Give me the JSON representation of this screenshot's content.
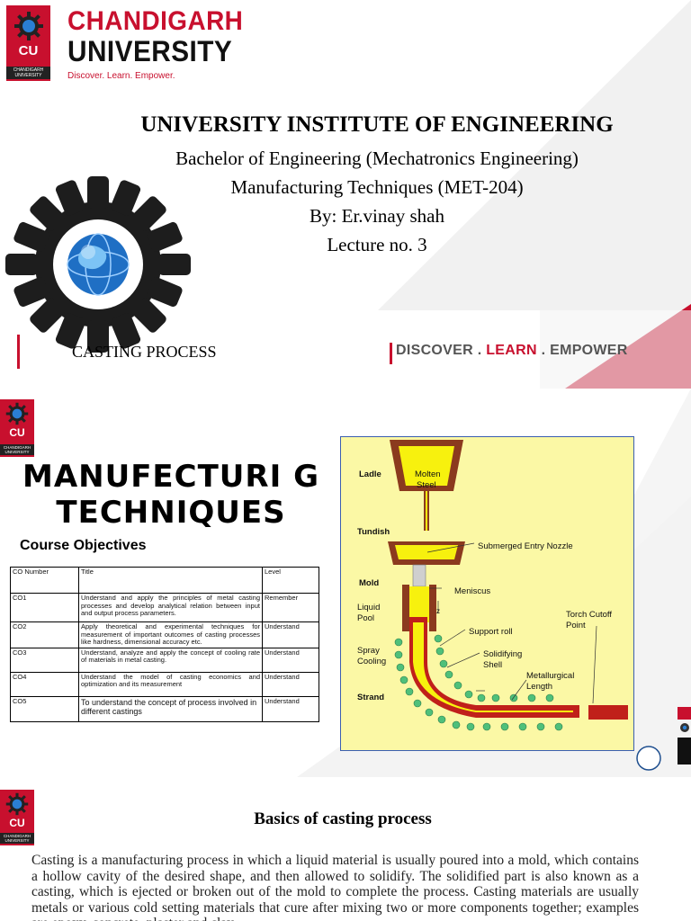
{
  "brand": {
    "name_line1": "CHANDIGARH",
    "name_line2": "UNIVERSITY",
    "tagline": "Discover. Learn. Empower.",
    "badge_text": "CU",
    "badge_sub_line1": "CHANDIGARH",
    "badge_sub_line2": "UNIVERSITY",
    "colors": {
      "red": "#c8102e",
      "dark": "#111111"
    }
  },
  "slide1": {
    "institute": "UNIVERSITY INSTITUTE OF ENGINEERING",
    "program": "Bachelor of Engineering (Mechatronics Engineering)",
    "course": "Manufacturing Techniques (MET-204)",
    "author": "By: Er.vinay shah",
    "lecture": "Lecture no. 3",
    "topic": "CASTING PROCESS",
    "motto": {
      "discover": "DISCOVER",
      "sep1": " . ",
      "learn": "LEARN",
      "sep2": " . ",
      "empower": "EMPOWER"
    },
    "gear_icon": "gear-globe-icon"
  },
  "slide2": {
    "title": "MANUFECTURI G TECHNIQUES",
    "objectives_heading": "Course Objectives",
    "table": {
      "headers": [
        "CO Number",
        "Title",
        "Level"
      ],
      "rows": [
        [
          "CO1",
          "Understand and apply the principles of metal casting processes and develop analytical relation between input and output process parameters.",
          "Remember"
        ],
        [
          "CO2",
          "Apply theoretical and experimental techniques for measurement of important outcomes of casting processes like hardness, dimensional accuracy etc.",
          "Understand"
        ],
        [
          "CO3",
          "Understand, analyze and apply the concept of cooling rate of materials in metal casting.",
          "Understand"
        ],
        [
          "CO4",
          "Understand the model of casting economics and optimization and its measurement",
          "Understand"
        ],
        [
          "CO5",
          "To understand the concept of process involved in different castings",
          "Understand"
        ]
      ]
    },
    "diagram_labels": {
      "ladle": "Ladle",
      "molten": "Molten",
      "steel": "Steel",
      "tundish": "Tundish",
      "nozzle": "Submerged Entry Nozzle",
      "mold": "Mold",
      "meniscus": "Meniscus",
      "liquid": "Liquid",
      "pool": "Pool",
      "z": "z",
      "support_roll": "Support roll",
      "spray": "Spray",
      "cooling": "Cooling",
      "solidifying": "Solidifying",
      "shell": "Shell",
      "torch1": "Torch Cutoff",
      "torch2": "Point",
      "metallurgical": "Metallurgical",
      "length": "Length",
      "strand": "Strand"
    }
  },
  "slide3": {
    "heading": "Basics of casting process",
    "body": "Casting is a manufacturing process in which a liquid material is usually poured into a mold, which contains a hollow cavity of the desired shape, and then allowed to solidify. The solidified part is also known as a casting, which is ejected or broken out of the mold to complete the process. Casting materials are usually metals or various cold setting materials that cure after mixing two or more components together; examples are epoxy, concrete, plaster and clay."
  }
}
